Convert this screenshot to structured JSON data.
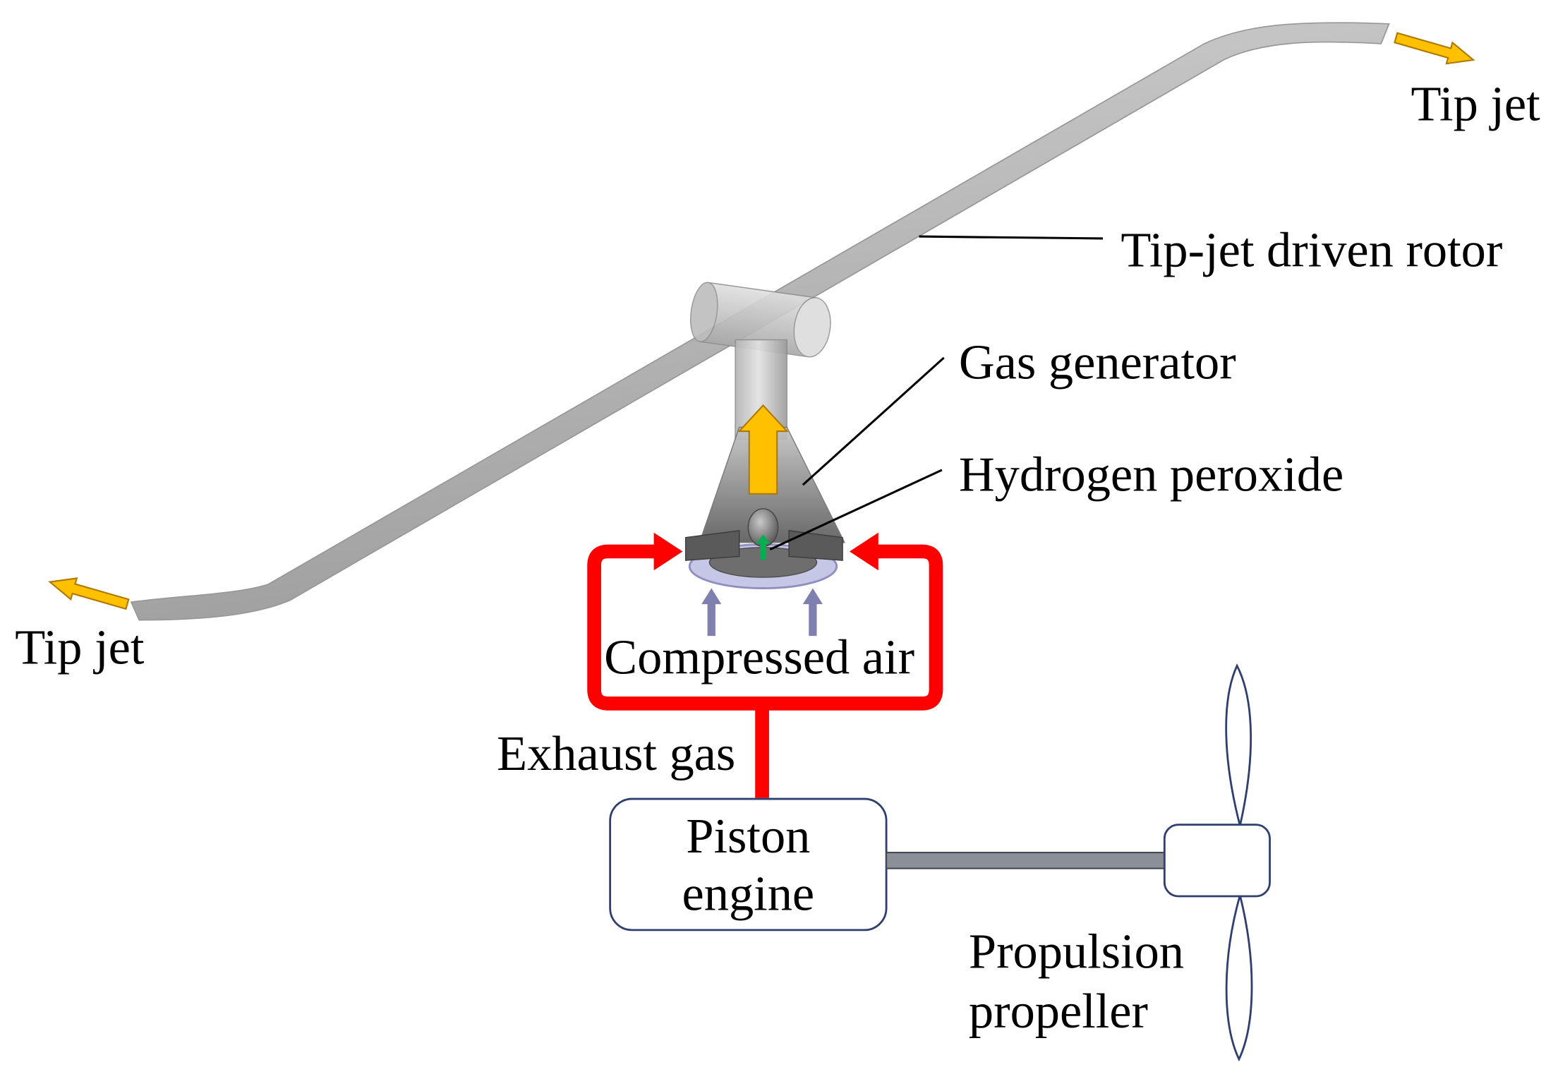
{
  "labels": {
    "tip_jet_right": "Tip jet",
    "tip_jet_left": "Tip jet",
    "rotor": "Tip-jet driven rotor",
    "gas_generator": "Gas generator",
    "hydrogen_peroxide": "Hydrogen peroxide",
    "compressed_air": "Compressed air",
    "exhaust_gas": "Exhaust gas",
    "piston_engine": [
      "Piston",
      "engine"
    ],
    "propulsion_propeller": [
      "Propulsion",
      "propeller"
    ]
  },
  "colors": {
    "exhaust_gas": "#ff0000",
    "tip_jet": "#ffc000",
    "compressed_air": "#7f7fb0",
    "hydrogen_peroxide": "#00b050",
    "outline": "#2f3f6f"
  }
}
